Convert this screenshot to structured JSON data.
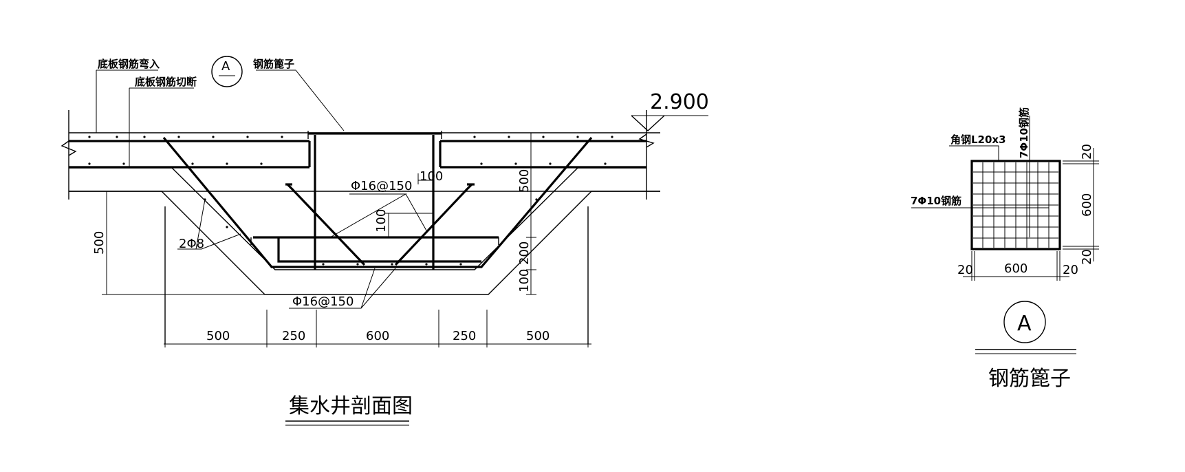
{
  "section": {
    "labels": {
      "floor_bar_bent": "底板钢筋弯入",
      "floor_bar_cut": "底板钢筋切断",
      "cage_ref_letter": "A",
      "cage_ref_text": "钢筋篦子",
      "elevation": "2.900",
      "rebar_upper": "Φ16@150",
      "rebar_lower": "Φ16@150",
      "rebar_side": "2Φ8"
    },
    "dims": {
      "d100_top": "100",
      "d500_right": "500",
      "d100_mid": "100",
      "d200": "200",
      "d100_bottom": "100",
      "d500_left": "500"
    },
    "bottom_dims": [
      "500",
      "250",
      "600",
      "250",
      "500"
    ],
    "title": "集水井剖面图"
  },
  "detail": {
    "angle_steel": "角钢L20x3",
    "bars_vertical": "7Φ10钢筋",
    "bars_horizontal": "7Φ10钢筋",
    "dim_top": "20",
    "dim_side": "600",
    "dim_bottom_right": "20",
    "dim_bottom_left": "20",
    "dim_width": "600",
    "dim_right_small": "20",
    "ref_letter": "A",
    "title": "钢筋篦子"
  }
}
